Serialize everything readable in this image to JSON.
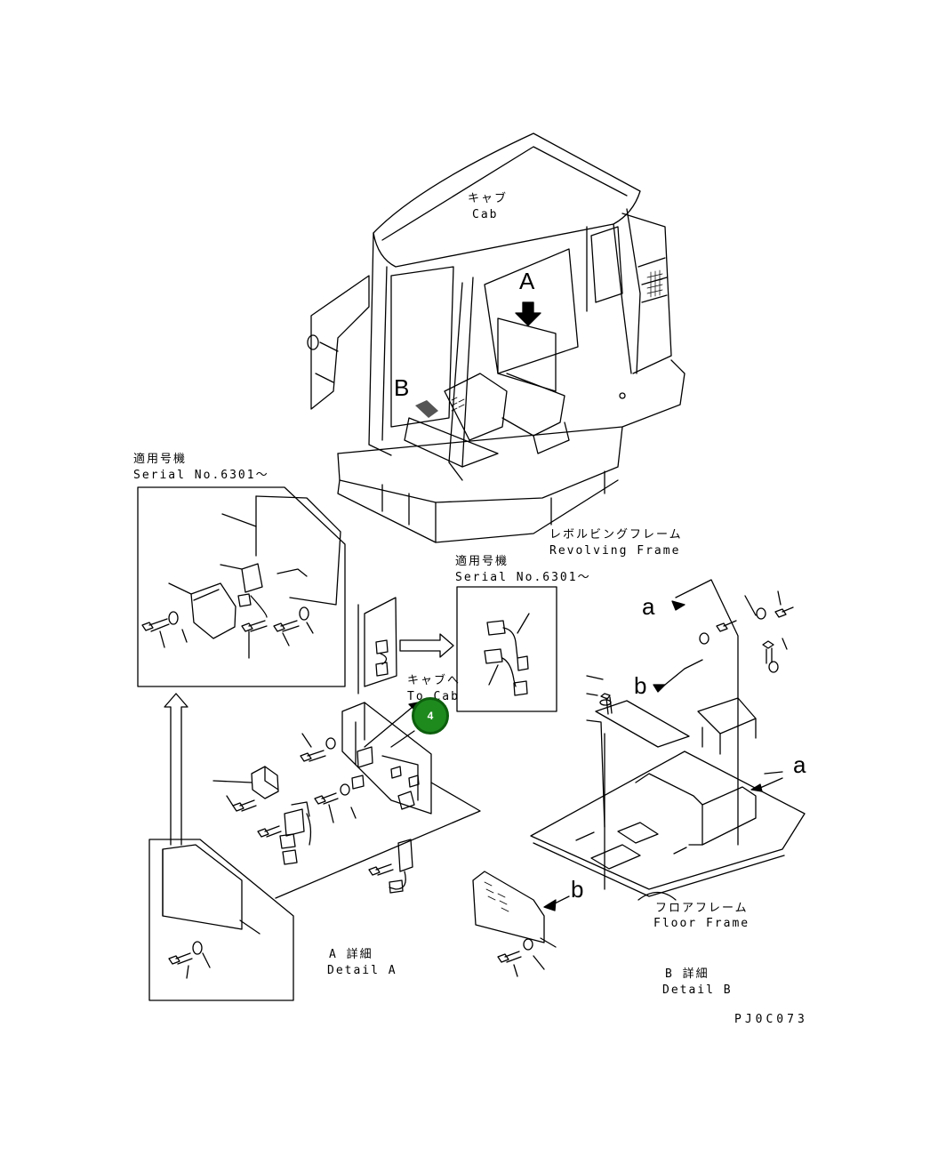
{
  "labels": {
    "cab_jp": "キャブ",
    "cab_en": "Cab",
    "view_a": "A",
    "view_b": "B",
    "serial_jp_1": "適用号機",
    "serial_en_1": "Serial No.6301～",
    "serial_jp_2": "適用号機",
    "serial_en_2": "Serial No.6301～",
    "revolving_jp": "レボルビングフレーム",
    "revolving_en": "Revolving Frame",
    "to_cab_jp": "キャブへ",
    "to_cab_en": "To Cab",
    "floor_jp": "フロアフレーム",
    "floor_en": "Floor Frame",
    "detail_a_jp": "A 詳細",
    "detail_a_en": "Detail A",
    "detail_b_jp": "B 詳細",
    "detail_b_en": "Detail B",
    "ref_a1": "a",
    "ref_b1": "b",
    "ref_a2": "a",
    "ref_b2": "b",
    "drawing_code": "PJ0C073"
  },
  "callout": {
    "number": "4",
    "color": "#1e8a1e"
  }
}
